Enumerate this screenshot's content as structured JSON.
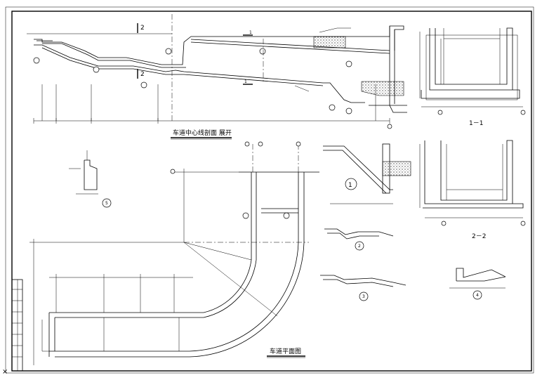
{
  "titles": {
    "profile": "车道中心线剖面  展开",
    "plan": "车道平面图",
    "section_1": "1－1",
    "section_2": "2－2"
  },
  "section_marks": {
    "cut_1": "1",
    "cut_2": "2"
  },
  "detail_marks": [
    "1",
    "2",
    "3",
    "4",
    "5"
  ],
  "colors": {
    "line": "#000000",
    "paper": "#ffffff"
  }
}
